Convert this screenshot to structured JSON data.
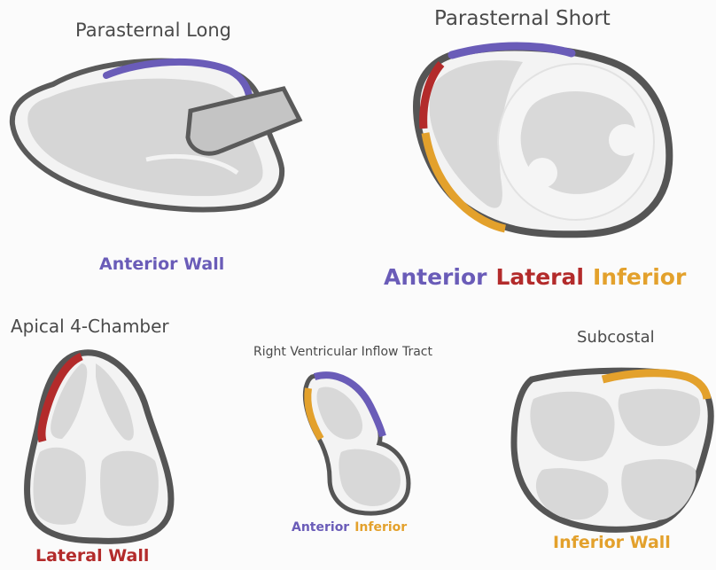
{
  "views": {
    "parasternal_long": {
      "title": "Parasternal Long",
      "label": "Anterior Wall"
    },
    "parasternal_short": {
      "title": "Parasternal Short",
      "labels": [
        "Anterior",
        "Lateral",
        "Inferior"
      ]
    },
    "apical_4_chamber": {
      "title": "Apical 4-Chamber",
      "label": "Lateral Wall"
    },
    "rv_inflow": {
      "title": "Right Ventricular Inflow Tract",
      "labels": [
        "Anterior",
        "Inferior"
      ]
    },
    "subcostal": {
      "title": "Subcostal",
      "label": "Inferior Wall"
    }
  },
  "colors": {
    "anterior": "#6a5cb8",
    "lateral": "#b32b2b",
    "inferior": "#e3a12c",
    "outline": "#555555",
    "chamber": "#d9d9d9",
    "muscle": "#f4f4f4"
  }
}
